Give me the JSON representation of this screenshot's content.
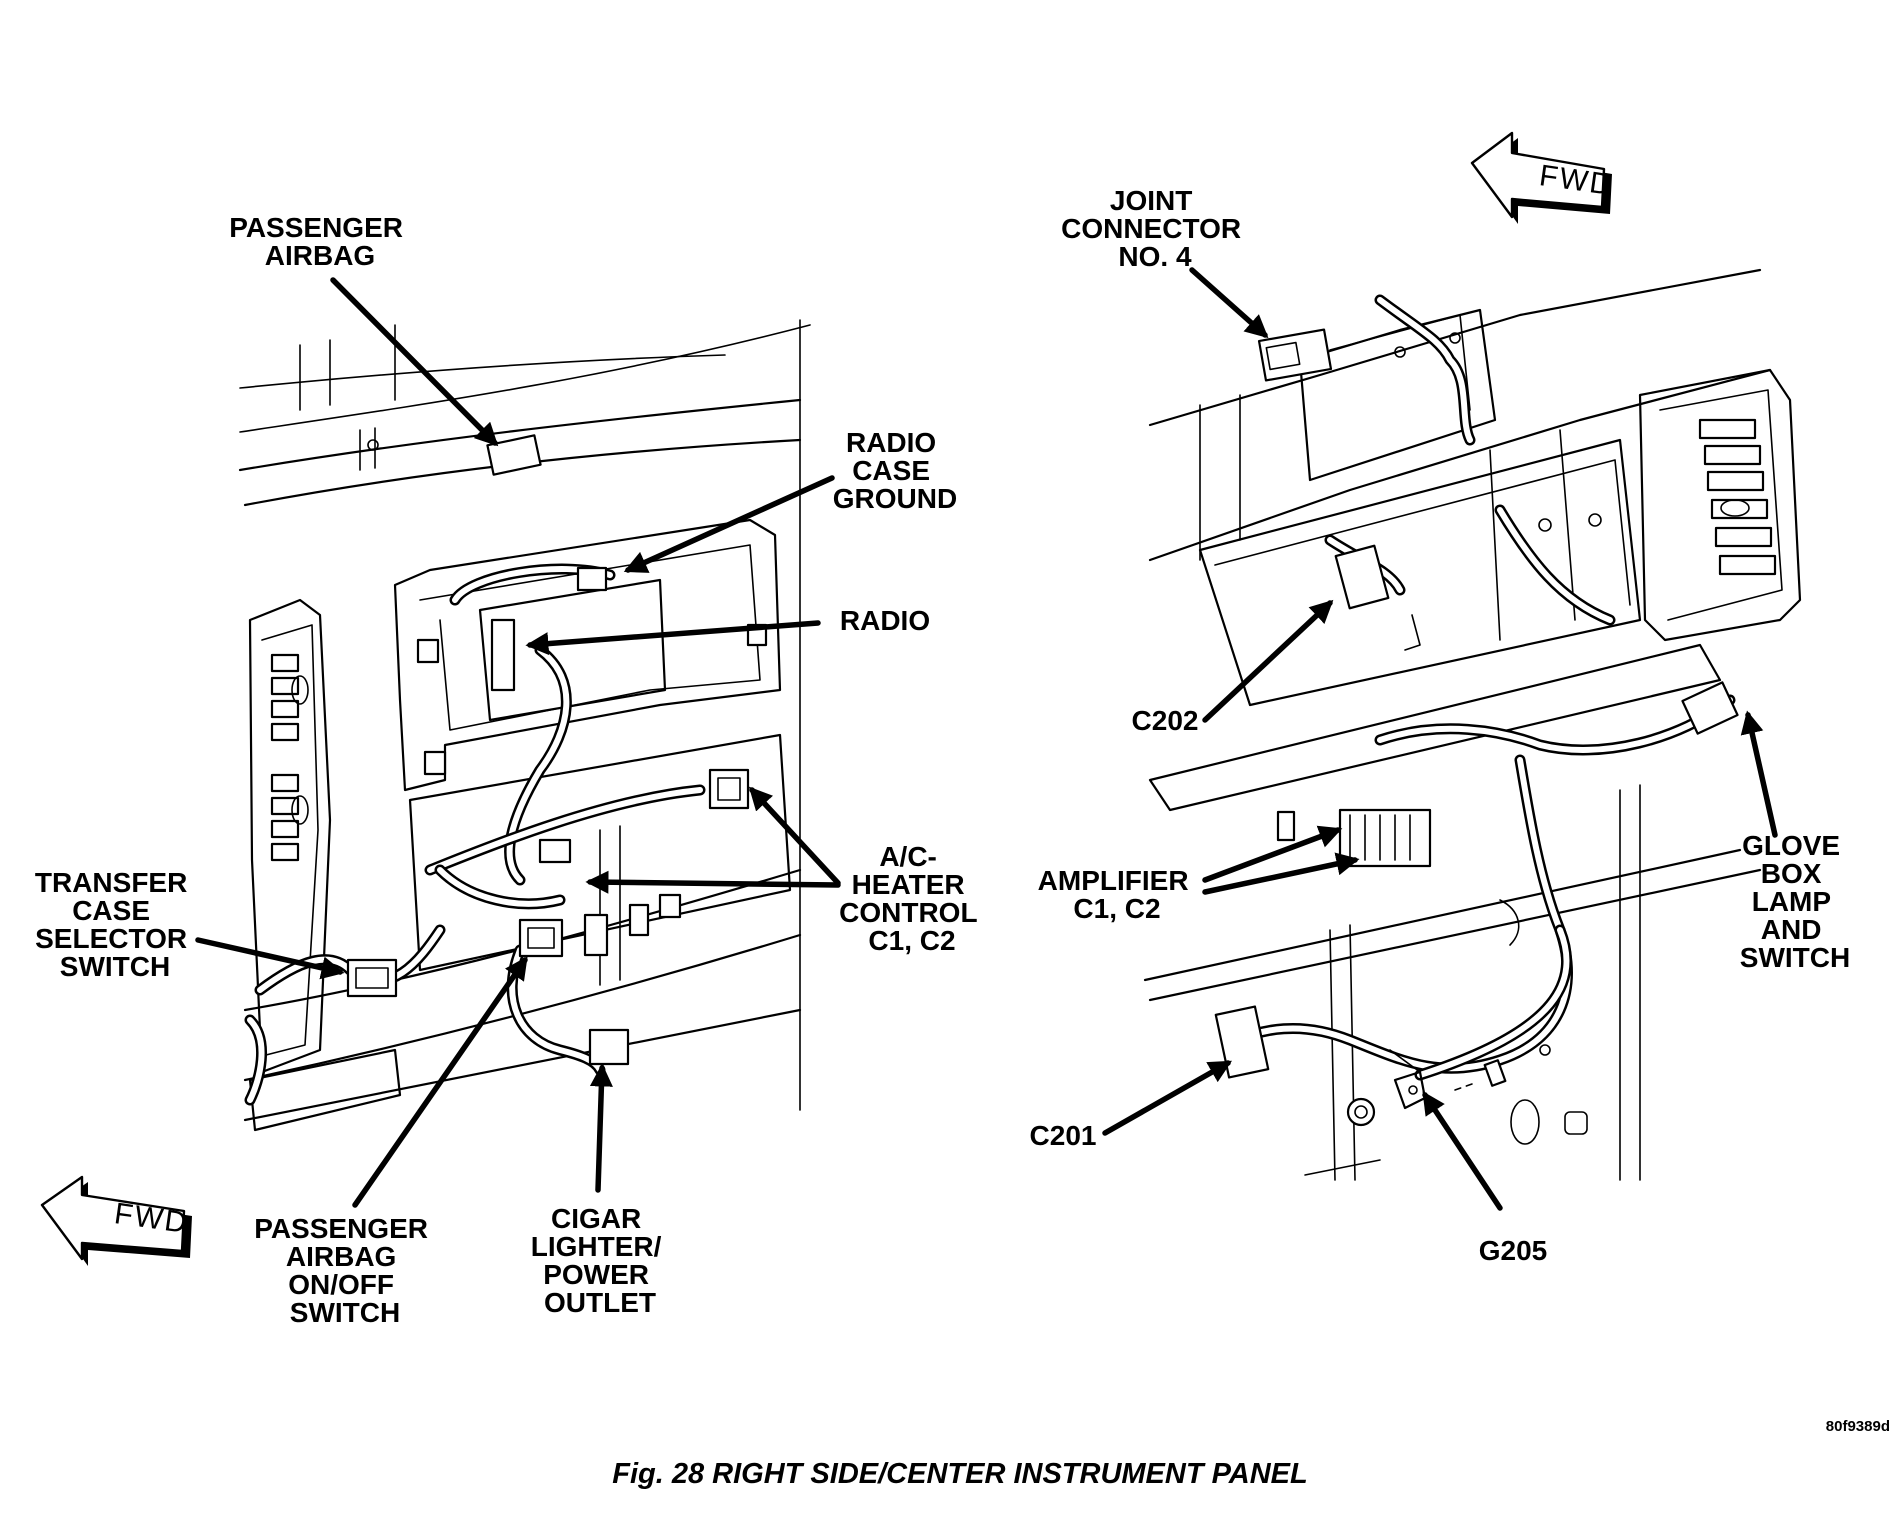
{
  "left_view": {
    "fwd_label": "FWD",
    "callouts": {
      "passenger_airbag": [
        "PASSENGER",
        "AIRBAG"
      ],
      "radio_case_ground": [
        "RADIO",
        "CASE",
        "GROUND"
      ],
      "radio": [
        "RADIO"
      ],
      "ac_heater_control": [
        "A/C-",
        "HEATER",
        "CONTROL",
        "C1, C2"
      ],
      "transfer_case_selector_switch": [
        "TRANSFER",
        "CASE",
        "SELECTOR",
        "SWITCH"
      ],
      "passenger_airbag_onoff_switch": [
        "PASSENGER",
        "AIRBAG",
        "ON/OFF",
        "SWITCH"
      ],
      "cigar_lighter_power_outlet": [
        "CIGAR",
        "LIGHTER/",
        "POWER",
        "OUTLET"
      ]
    }
  },
  "right_view": {
    "fwd_label": "FWD",
    "callouts": {
      "joint_connector_no4": [
        "JOINT",
        "CONNECTOR",
        "NO. 4"
      ],
      "c202": [
        "C202"
      ],
      "amplifier": [
        "AMPLIFIER",
        "C1, C2"
      ],
      "glove_box_lamp_switch": [
        "GLOVE",
        "BOX",
        "LAMP",
        "AND",
        "SWITCH"
      ],
      "c201": [
        "C201"
      ],
      "g205": [
        "G205"
      ]
    }
  },
  "figure_code": "80f9389d",
  "caption": "Fig. 28 RIGHT SIDE/CENTER INSTRUMENT PANEL"
}
